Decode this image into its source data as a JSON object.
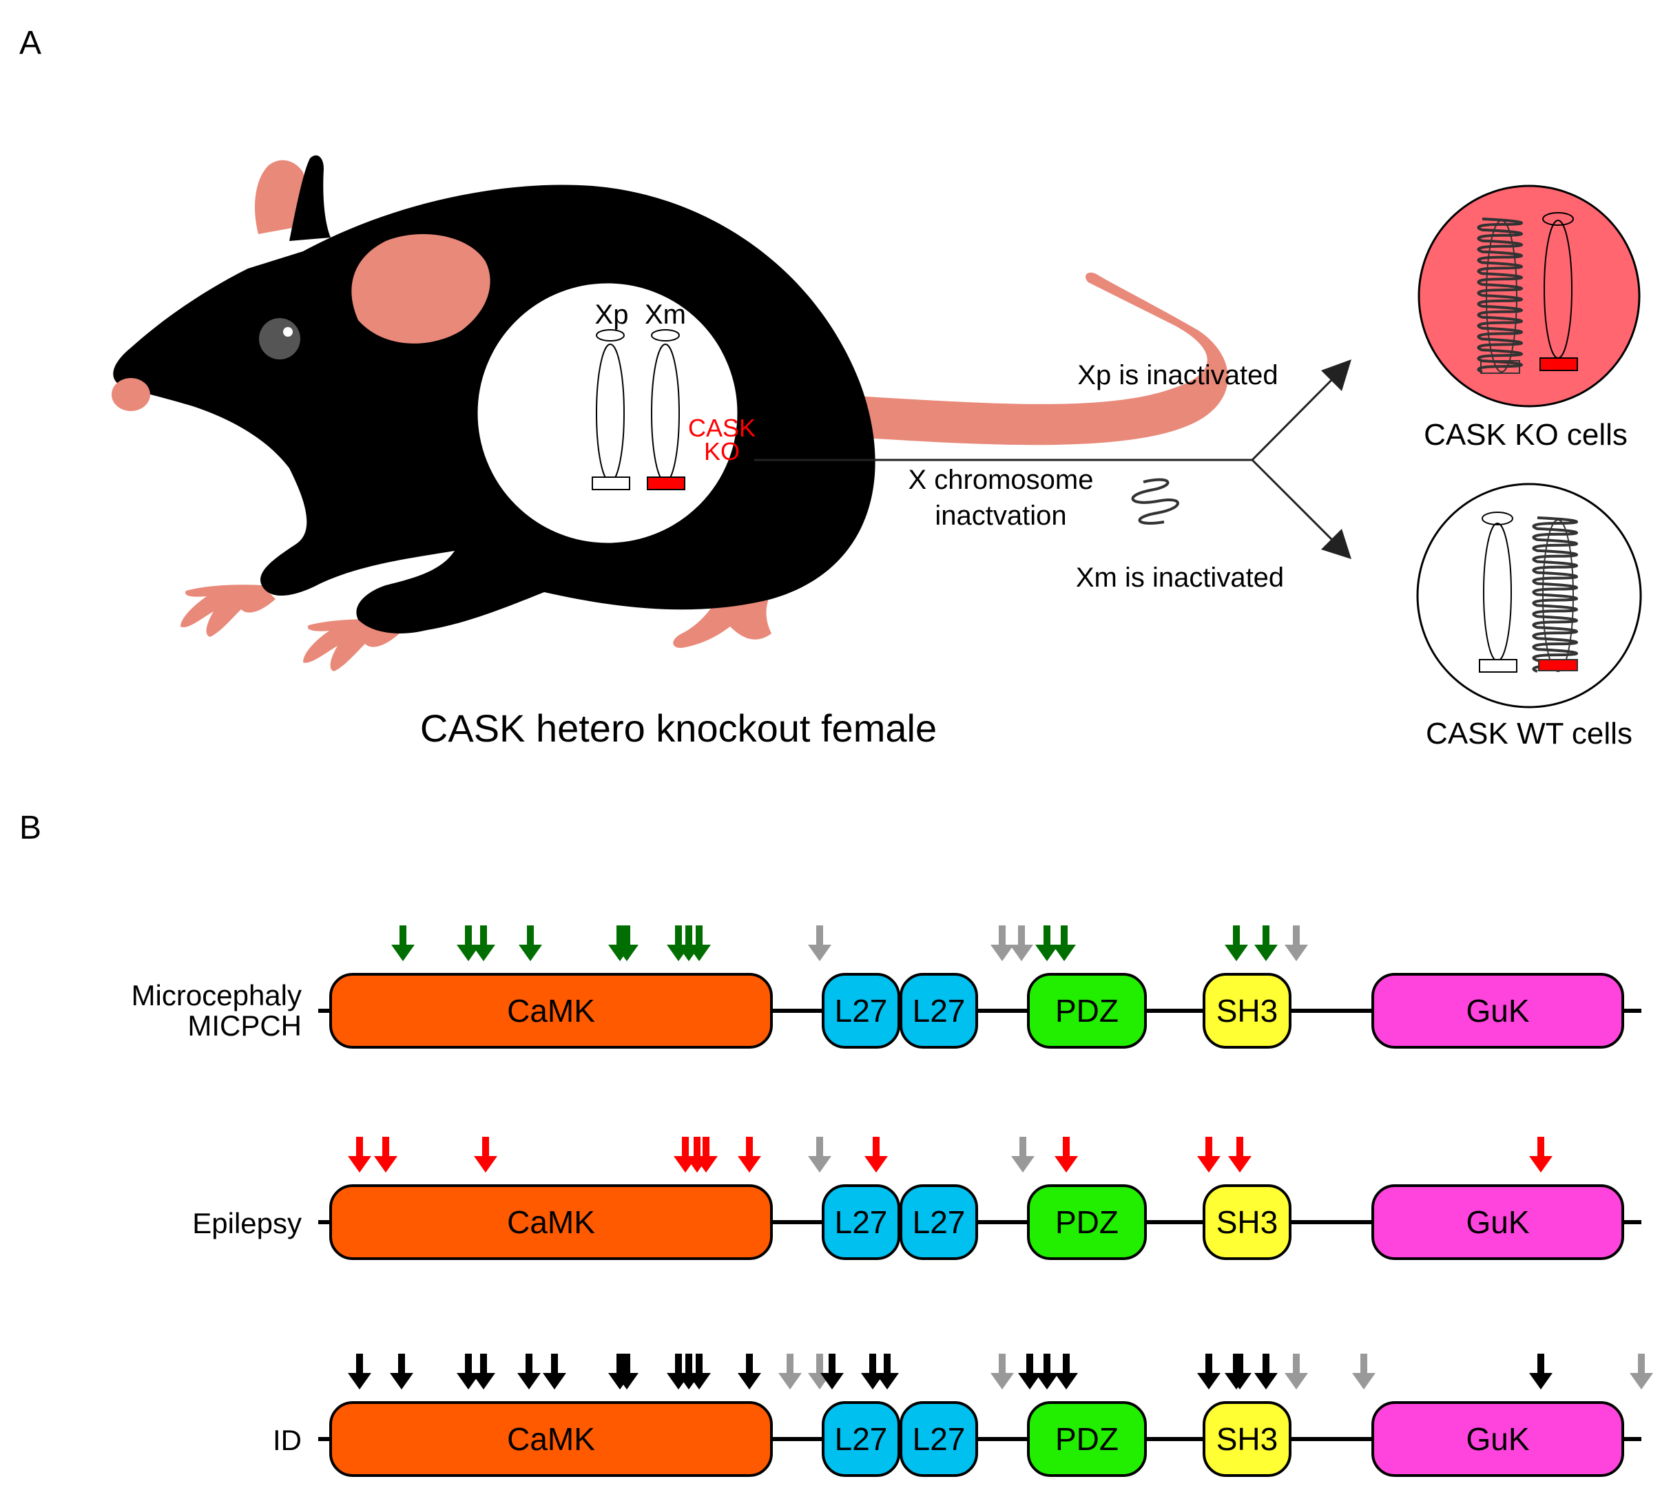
{
  "panel_a": {
    "label": "A",
    "xp_label": "Xp",
    "xm_label": "Xm",
    "cask_ko_line1": "CASK",
    "cask_ko_line2": "KO",
    "xci_line1": "X chromosome",
    "xci_line2": "inactvation",
    "xp_inactivated": "Xp is inactivated",
    "xm_inactivated": "Xm is inactivated",
    "ko_cells": "CASK KO cells",
    "wt_cells": "CASK WT cells",
    "mouse_caption": "CASK hetero knockout female"
  },
  "panel_b": {
    "label": "B",
    "domains": [
      {
        "name": "CaMK",
        "color": "#ff5a00"
      },
      {
        "name": "L27",
        "color": "#00c0f0"
      },
      {
        "name": "L27",
        "color": "#00c0f0"
      },
      {
        "name": "PDZ",
        "color": "#22ee00"
      },
      {
        "name": "SH3",
        "color": "#ffff33"
      },
      {
        "name": "GuK",
        "color": "#ff44dd"
      }
    ],
    "rows": [
      {
        "label_line1": "Microcephaly",
        "label_line2": "MICPCH",
        "arrow_color": "#006e00"
      },
      {
        "label_line1": "Epilepsy",
        "label_line2": "",
        "arrow_color": "#ff0000"
      },
      {
        "label_line1": "ID",
        "label_line2": "",
        "arrow_color": "#000000"
      }
    ],
    "variant_colors": {
      "gray": "#999999"
    }
  },
  "colors": {
    "mouse_body": "#000000",
    "mouse_pink": "#e8897a",
    "ko_red": "#ff0000",
    "ko_cell_fill": "#ff6670"
  }
}
